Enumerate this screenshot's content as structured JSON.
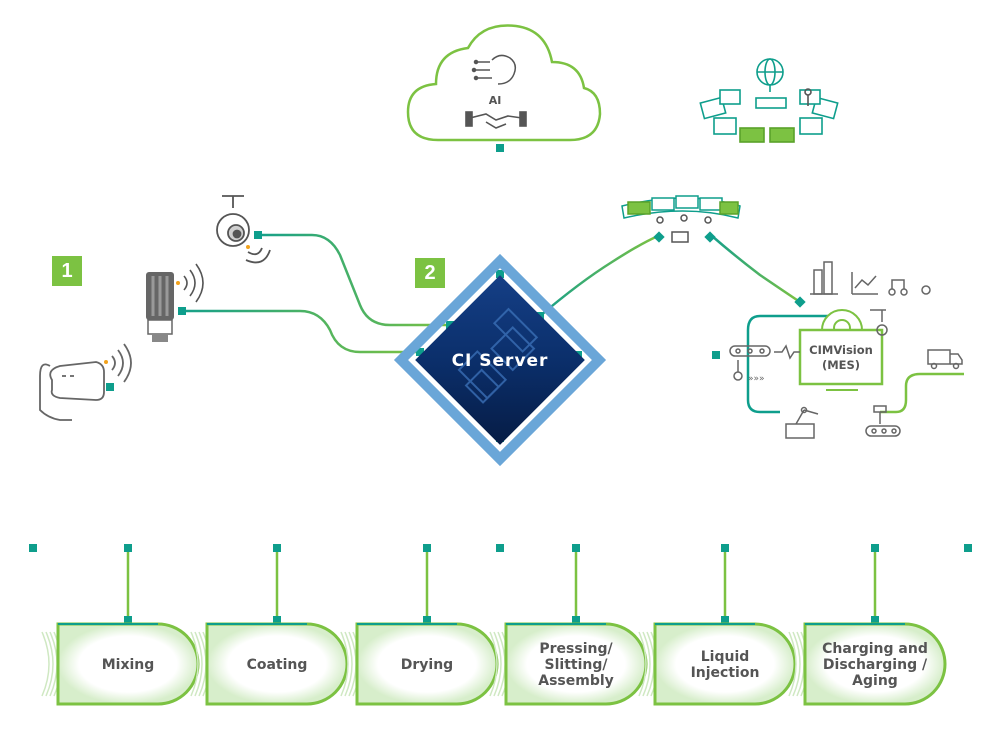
{
  "badges": {
    "one": "1",
    "two": "2"
  },
  "server": {
    "label": "CI Server"
  },
  "cloud": {
    "label": "AI"
  },
  "mes": {
    "line1": "CIMVision",
    "line2": "(MES)"
  },
  "stages": [
    {
      "lines": [
        "Mixing"
      ]
    },
    {
      "lines": [
        "Coating"
      ]
    },
    {
      "lines": [
        "Drying"
      ]
    },
    {
      "lines": [
        "Pressing/",
        "Slitting/",
        "Assembly"
      ]
    },
    {
      "lines": [
        "Liquid",
        "Injection"
      ]
    },
    {
      "lines": [
        "Charging and",
        "Discharging /",
        "Aging"
      ]
    }
  ],
  "colors": {
    "green": "#7cc242",
    "teal": "#0e9e8c",
    "navy": "#0b2f6b",
    "frame": "#6aa6d8",
    "text": "#555555"
  }
}
